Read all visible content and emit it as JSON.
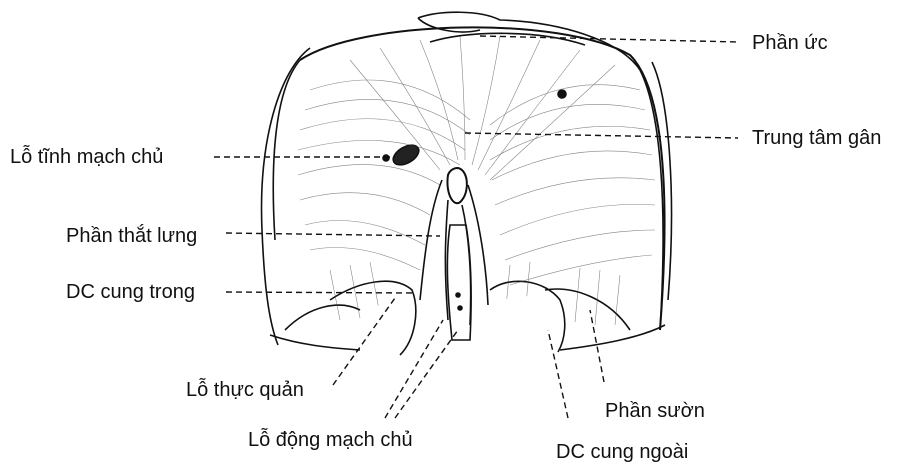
{
  "labels": {
    "phan_uc": "Phần ức",
    "trung_tam_gan": "Trung tâm gân",
    "lo_tinh_mach_chu": "Lỗ tĩnh mạch chủ",
    "phan_that_lung": "Phần thắt lưng",
    "dc_cung_trong": "DC cung trong",
    "lo_thuc_quan": "Lỗ thực quản",
    "lo_dong_mach_chu": "Lỗ động mạch chủ",
    "phan_suon": "Phần sườn",
    "dc_cung_ngoai": "DC cung ngoài"
  },
  "colors": {
    "ink": "#111111",
    "paper": "#ffffff"
  }
}
